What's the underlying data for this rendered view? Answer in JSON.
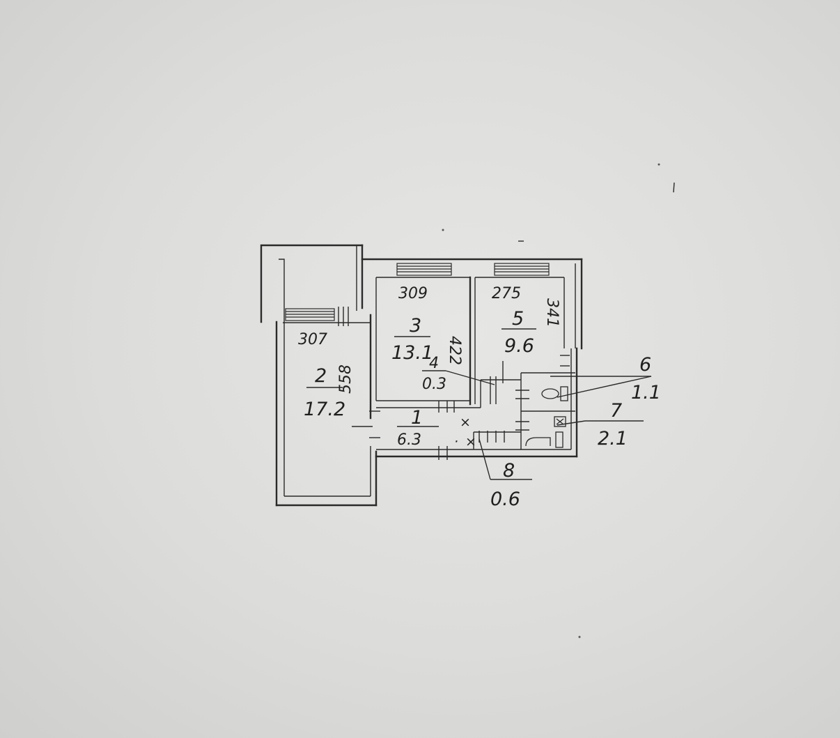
{
  "rooms": [
    {
      "number": "1",
      "area": "6.3"
    },
    {
      "number": "2",
      "area": "17.2"
    },
    {
      "number": "3",
      "area": "13.1"
    },
    {
      "number": "4",
      "area": "0.3"
    },
    {
      "number": "5",
      "area": "9.6"
    },
    {
      "number": "6",
      "area": "1.1"
    },
    {
      "number": "7",
      "area": "2.1"
    },
    {
      "number": "8",
      "area": "0.6"
    }
  ],
  "dimensions": {
    "room2_width": "307",
    "room2_length": "558",
    "room3_width": "309",
    "room3_length": "422",
    "room5_width": "275",
    "room5_length": "341"
  }
}
